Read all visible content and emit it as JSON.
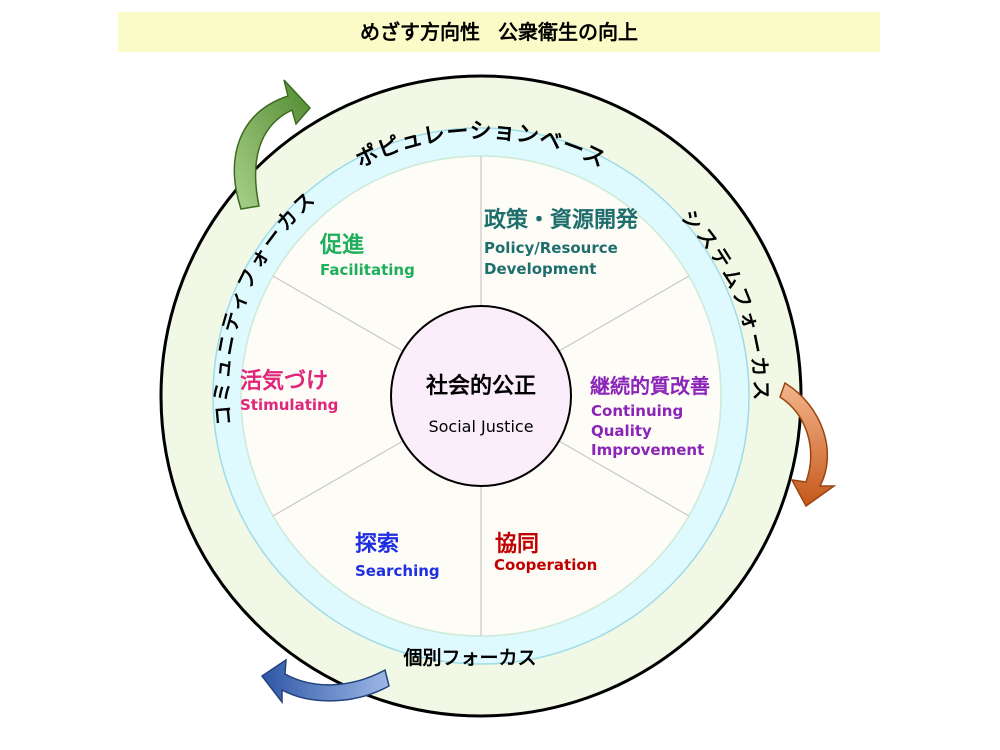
{
  "title": {
    "lead": "めざす方向性",
    "main": "公衆衛生の向上"
  },
  "rings": {
    "top": "ポピュレーションベース",
    "right": "システムフォーカス",
    "left": "コミュニティフォーカス",
    "bottom": "個別フォーカス"
  },
  "center": {
    "jp": "社会的公正",
    "en": "Social Justice"
  },
  "segments": [
    {
      "id": "policy",
      "jp": "政策・資源開発",
      "en": [
        "Policy/Resource",
        "Development"
      ],
      "color": "#1f6e6e"
    },
    {
      "id": "quality",
      "jp": "継続的質改善",
      "en": [
        "Continuing",
        "Quality",
        "Improvement"
      ],
      "color": "#8b24b8"
    },
    {
      "id": "cooperation",
      "jp": "協同",
      "en": [
        "Cooperation"
      ],
      "color": "#c00000"
    },
    {
      "id": "searching",
      "jp": "探索",
      "en": [
        "Searching"
      ],
      "color": "#1f2ee0"
    },
    {
      "id": "stimulating",
      "jp": "活気づけ",
      "en": [
        "Stimulating"
      ],
      "color": "#e0267a"
    },
    {
      "id": "facilitating",
      "jp": "促進",
      "en": [
        "Facilitating"
      ],
      "color": "#1fae5c"
    }
  ],
  "colors": {
    "outer_ring": "#f1f9e6",
    "inner_ring": "#dffaff",
    "pie": "#fdfcf6",
    "arrow_green": "#5e9a3a",
    "arrow_orange": "#d46b26",
    "arrow_blue": "#3d64b0"
  },
  "icons": [
    "curved-arrow-green-icon",
    "curved-arrow-orange-icon",
    "curved-arrow-blue-icon"
  ]
}
